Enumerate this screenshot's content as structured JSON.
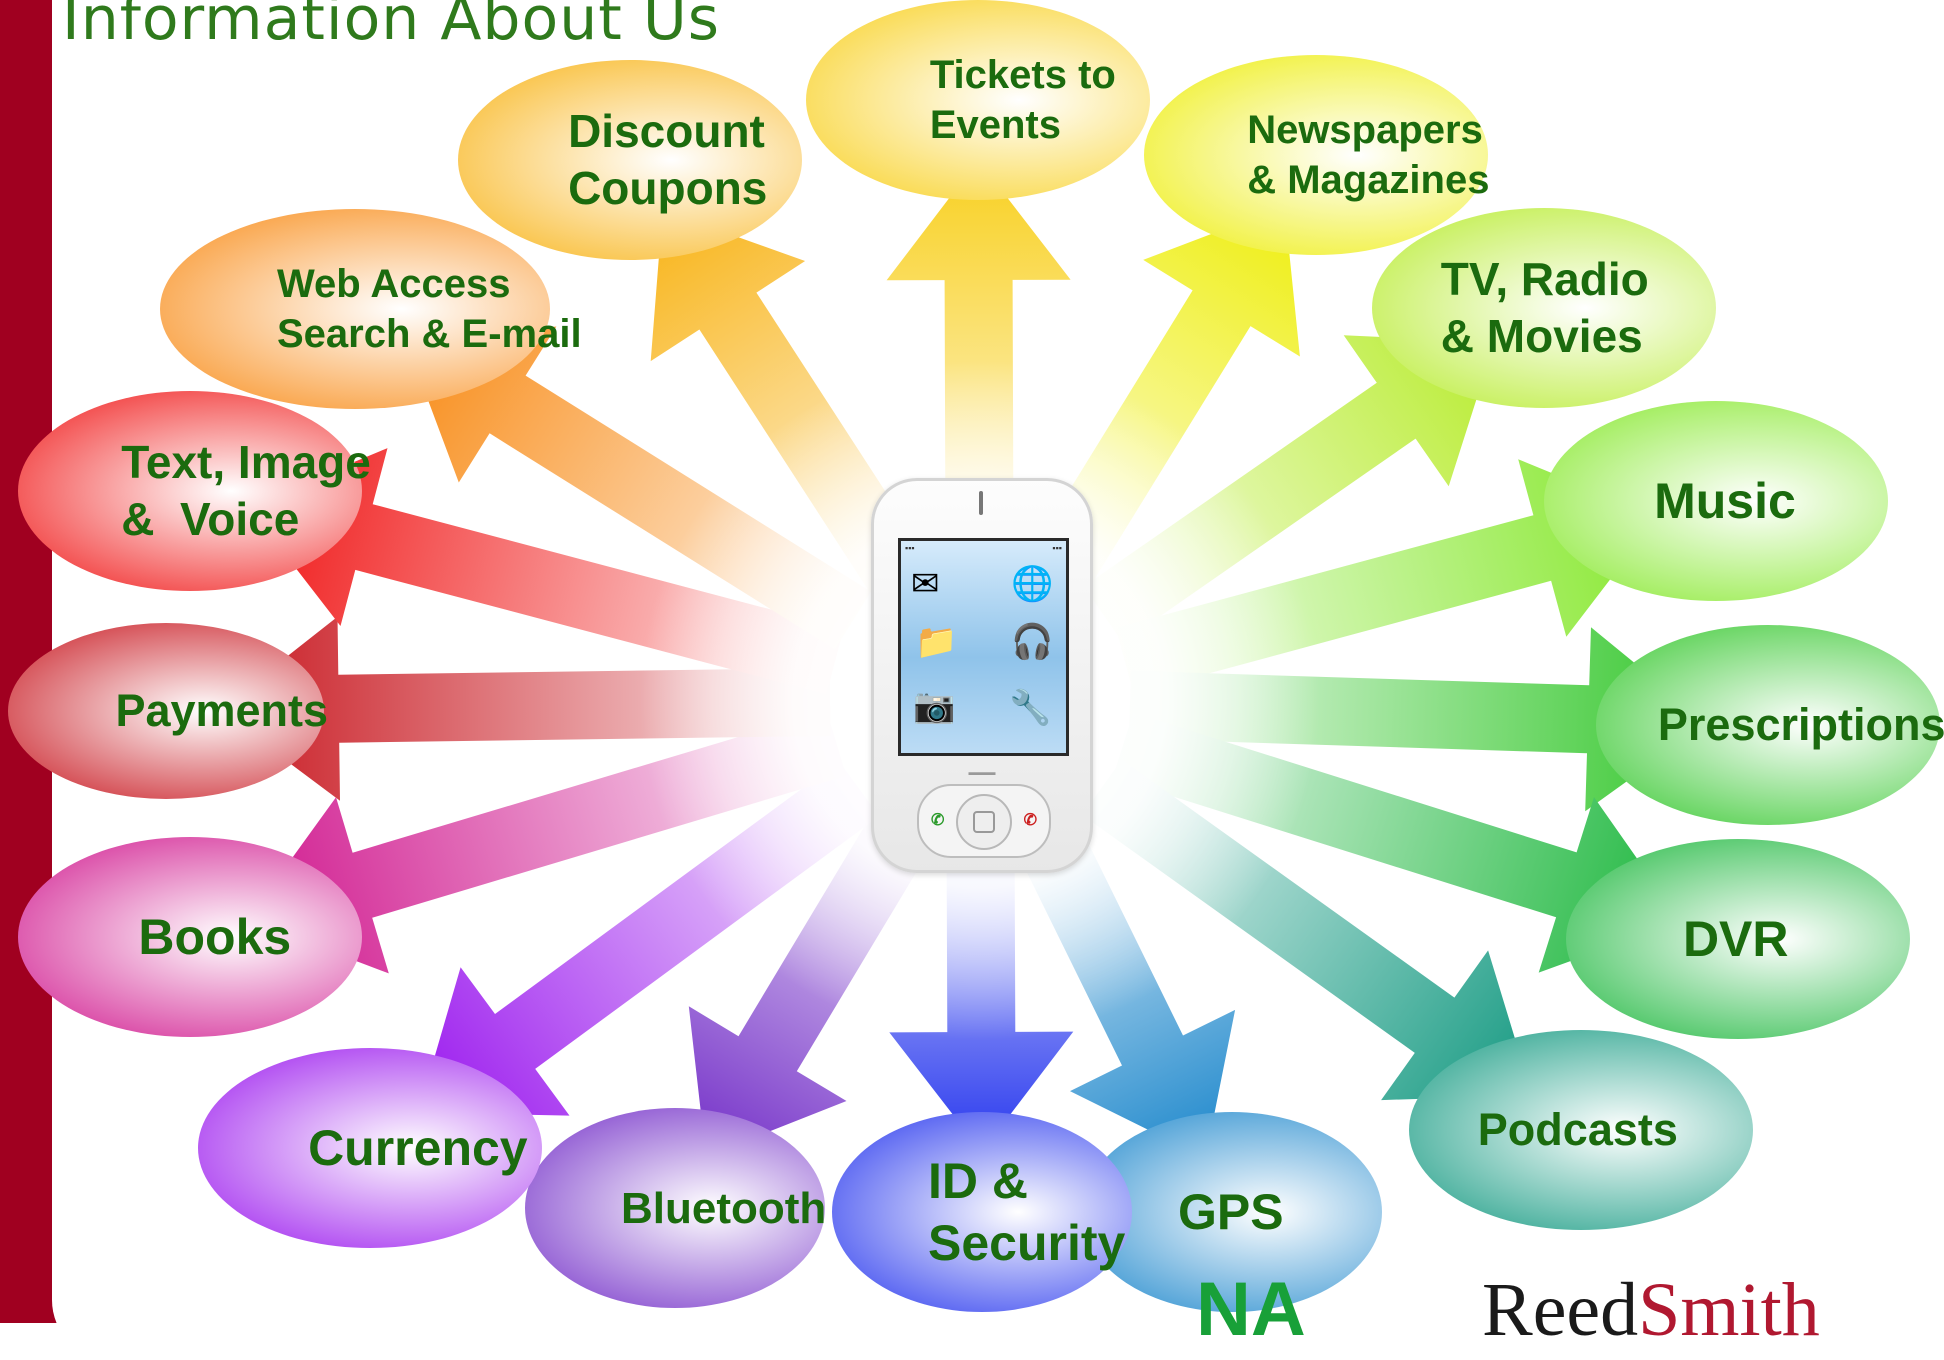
{
  "slide": {
    "title": "Information About Us",
    "center_device": "phone-icon"
  },
  "bubbles": [
    {
      "label": "Tickets to\nEvents",
      "color": "#f8d020"
    },
    {
      "label": "Newspapers\n& Magazines",
      "color": "#eeee10"
    },
    {
      "label": "TV, Radio\n& Movies",
      "color": "#b8ec30"
    },
    {
      "label": "Music",
      "color": "#88e830"
    },
    {
      "label": "Prescriptions",
      "color": "#38c830"
    },
    {
      "label": "DVR",
      "color": "#20b840"
    },
    {
      "label": "Podcasts",
      "color": "#169a82"
    },
    {
      "label": "GPS",
      "color": "#1e88cc"
    },
    {
      "label": "ID &\nSecurity",
      "color": "#2838ee"
    },
    {
      "label": "Bluetooth",
      "color": "#7430c8"
    },
    {
      "label": "Currency",
      "color": "#9a18ee"
    },
    {
      "label": "Books",
      "color": "#d0188e"
    },
    {
      "label": "Payments",
      "color": "#c81820"
    },
    {
      "label": "Text, Image\n&  Voice",
      "color": "#f01818"
    },
    {
      "label": "Web Access\nSearch & E-mail",
      "color": "#f88c18"
    },
    {
      "label": "Discount\nCoupons",
      "color": "#f8b418"
    }
  ],
  "logos": {
    "left_fragment": "NA",
    "left_color": "#18a038",
    "right_part1": "Reed",
    "right_part2": "Smith",
    "right_color1": "#1a1a1a",
    "right_color2": "#b01830"
  }
}
